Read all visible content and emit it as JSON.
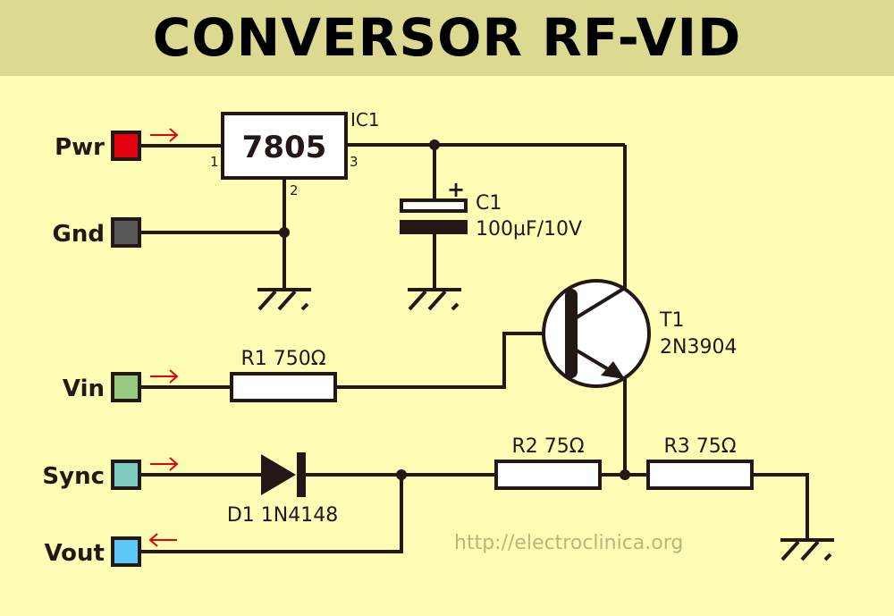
{
  "title": "CONVERSOR RF-VID",
  "terminals": [
    {
      "label": "Pwr",
      "color": "#e3000f",
      "direction": "in"
    },
    {
      "label": "Gnd",
      "color": "#595757",
      "direction": "none"
    },
    {
      "label": "Vin",
      "color": "#97c97f",
      "direction": "in"
    },
    {
      "label": "Sync",
      "color": "#7ecbbf",
      "direction": "in"
    },
    {
      "label": "Vout",
      "color": "#5bc8f5",
      "direction": "out"
    }
  ],
  "components": {
    "ic1": {
      "ref": "IC1",
      "value": "7805",
      "pins": [
        "1",
        "2",
        "3"
      ]
    },
    "c1": {
      "ref": "C1",
      "value": "100µF/10V",
      "polarity": "+"
    },
    "t1": {
      "ref": "T1",
      "value": "2N3904"
    },
    "r1": {
      "label": "R1 750Ω"
    },
    "r2": {
      "label": "R2 75Ω"
    },
    "r3": {
      "label": "R3 75Ω"
    },
    "d1": {
      "label": "D1 1N4148"
    }
  },
  "arrow_color": "#e3000f",
  "watermark": "http://electroclinica.org"
}
